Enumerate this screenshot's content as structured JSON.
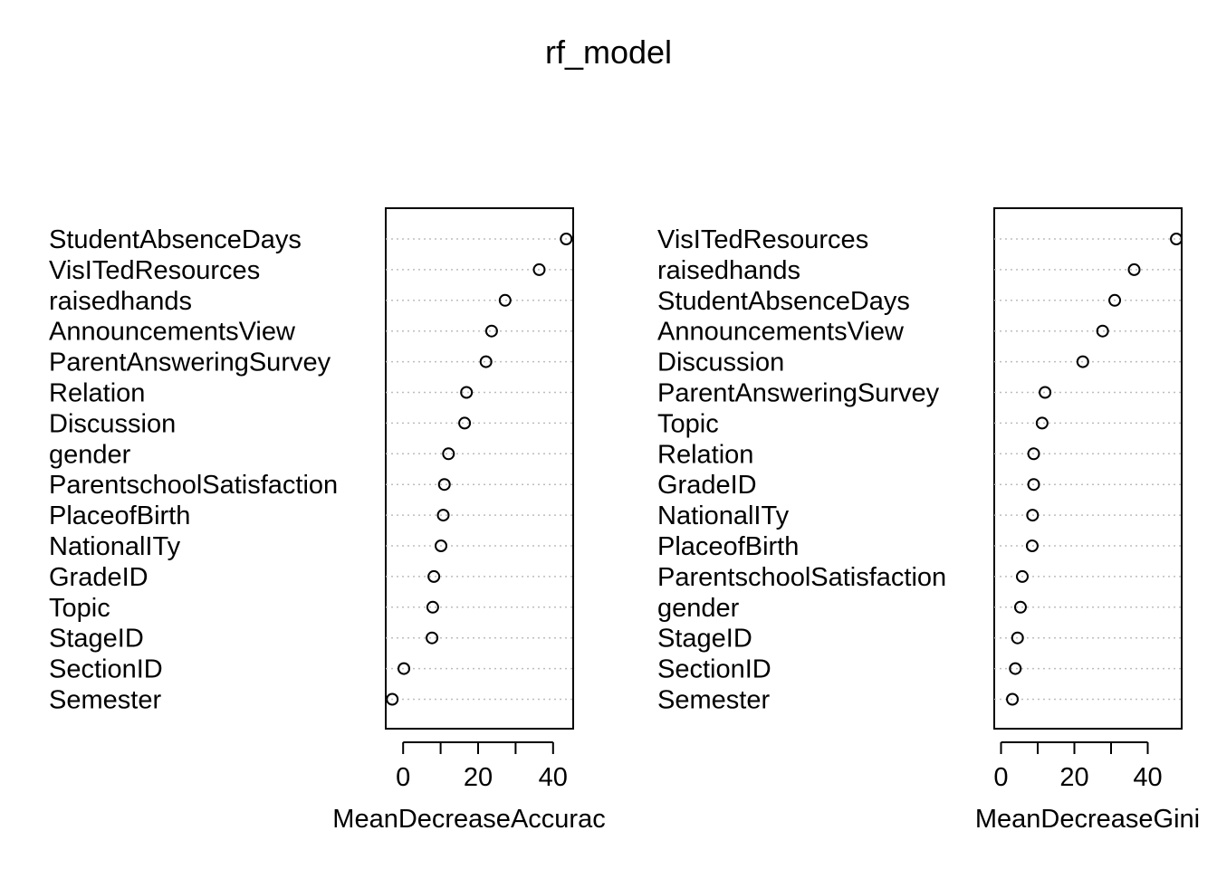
{
  "title": "rf_model",
  "chart_data": [
    {
      "type": "scatter",
      "variant": "dotchart",
      "xlabel": "MeanDecreaseAccurac",
      "ylabel": "",
      "x_ticks": [
        0,
        20,
        40
      ],
      "labels": [
        "StudentAbsenceDays",
        "VisITedResources",
        "raisedhands",
        "AnnouncementsView",
        "ParentAnsweringSurvey",
        "Relation",
        "Discussion",
        "gender",
        "ParentschoolSatisfaction",
        "PlaceofBirth",
        "NationalITy",
        "GradeID",
        "Topic",
        "StageID",
        "SectionID",
        "Semester"
      ],
      "values": [
        43.5,
        36.3,
        27.2,
        23.6,
        22.1,
        16.9,
        16.4,
        12.1,
        11.0,
        10.7,
        10.1,
        8.2,
        7.9,
        7.7,
        0.2,
        -2.9
      ],
      "grid": "dotted"
    },
    {
      "type": "scatter",
      "variant": "dotchart",
      "xlabel": "MeanDecreaseGini",
      "ylabel": "",
      "x_ticks": [
        0,
        20,
        40
      ],
      "labels": [
        "VisITedResources",
        "raisedhands",
        "StudentAbsenceDays",
        "AnnouncementsView",
        "Discussion",
        "ParentAnsweringSurvey",
        "Topic",
        "Relation",
        "GradeID",
        "NationalITy",
        "PlaceofBirth",
        "ParentschoolSatisfaction",
        "gender",
        "StageID",
        "SectionID",
        "Semester"
      ],
      "values": [
        47.8,
        36.3,
        31.0,
        27.7,
        22.3,
        12.0,
        11.2,
        8.9,
        8.9,
        8.6,
        8.5,
        5.8,
        5.3,
        4.5,
        3.9,
        3.1
      ],
      "grid": "dotted"
    }
  ]
}
